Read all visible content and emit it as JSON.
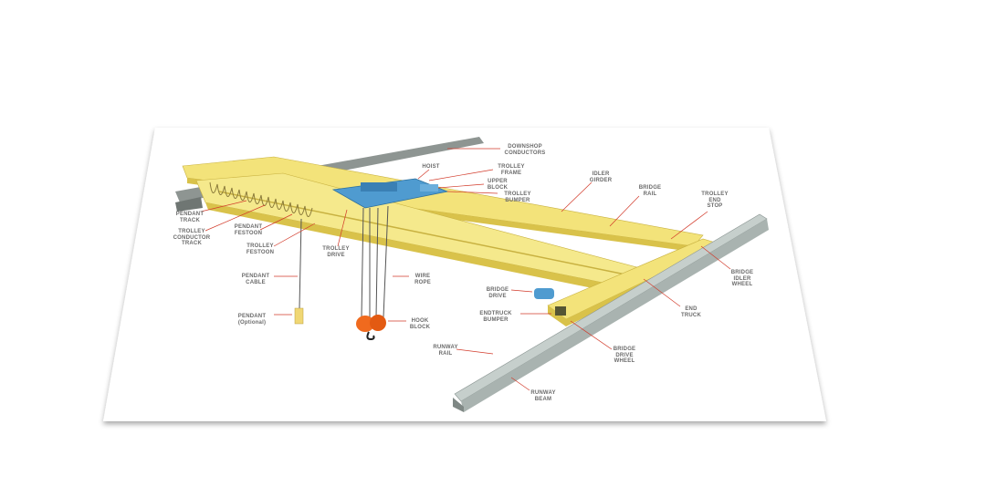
{
  "diagram": {
    "title": "Overhead crane components",
    "colors": {
      "girder": "#f3e37a",
      "girder_dark": "#d9c24a",
      "trolley": "#4f9bd0",
      "rail": "#a9b3b0",
      "hook": "#f06a1e",
      "leader": "#d23a2a"
    },
    "labels": {
      "downshop": [
        "DOWNSHOP",
        "CONDUCTORS"
      ],
      "hoist": [
        "HOIST"
      ],
      "trolley_frame": [
        "TROLLEY",
        "FRAME"
      ],
      "upper_block": [
        "UPPER",
        "BLOCK"
      ],
      "trolley_bumper": [
        "TROLLEY",
        "BUMPER"
      ],
      "idler_girder": [
        "IDLER",
        "GIRDER"
      ],
      "bridge_rail": [
        "BRIDGE",
        "RAIL"
      ],
      "trolley_end_stop": [
        "TROLLEY",
        "END",
        "STOP"
      ],
      "pendant_track": [
        "PENDANT",
        "TRACK"
      ],
      "trolley_conductor_track": [
        "TROLLEY",
        "CONDUCTOR",
        "TRACK"
      ],
      "pendant_festoon": [
        "PENDANT",
        "FESTOON"
      ],
      "trolley_festoon": [
        "TROLLEY",
        "FESTOON"
      ],
      "trolley_drive": [
        "TROLLEY",
        "DRIVE"
      ],
      "pendant_cable": [
        "PENDANT",
        "CABLE"
      ],
      "wire_rope": [
        "WIRE",
        "ROPE"
      ],
      "bridge_drive": [
        "BRIDGE",
        "DRIVE"
      ],
      "pendant_optional": [
        "PENDANT",
        "(Optional)"
      ],
      "hook_block": [
        "HOOK",
        "BLOCK"
      ],
      "endtruck_bumper": [
        "ENDTRUCK",
        "BUMPER"
      ],
      "end_truck": [
        "END",
        "TRUCK"
      ],
      "bridge_idler_wheel": [
        "BRIDGE",
        "IDLER",
        "WHEEL"
      ],
      "runway_rail": [
        "RUNWAY",
        "RAIL"
      ],
      "bridge_drive_wheel": [
        "BRIDGE",
        "DRIVE",
        "WHEEL"
      ],
      "runway_beam": [
        "RUNWAY",
        "BEAM"
      ]
    }
  }
}
